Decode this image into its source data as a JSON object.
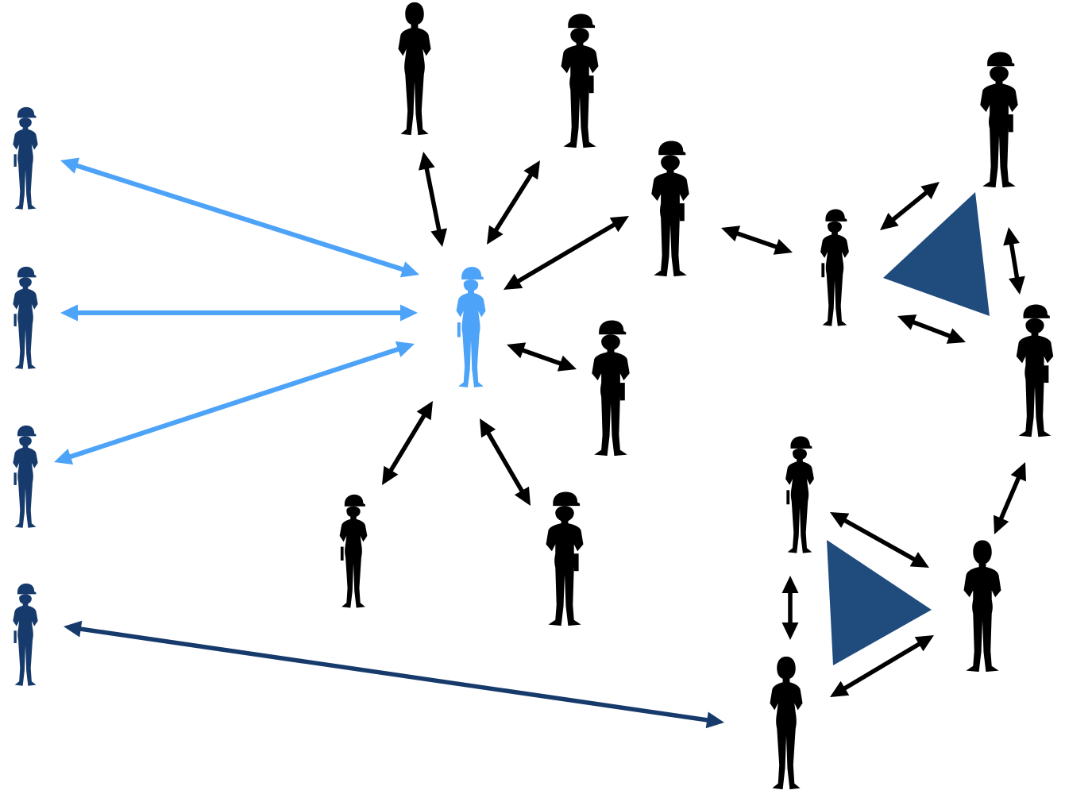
{
  "colors": {
    "background": "#ffffff",
    "hub": "#4da3f7",
    "team": "#163a6b",
    "ink": "#000000",
    "light_link": "#4da3f7",
    "dark_link": "#163a6b",
    "triangle": "#1f4b7d"
  },
  "people": [
    {
      "id": "left-1",
      "kind": "helmet-woman",
      "group": "team"
    },
    {
      "id": "left-2",
      "kind": "helmet-woman",
      "group": "team"
    },
    {
      "id": "left-3",
      "kind": "helmet-woman",
      "group": "team"
    },
    {
      "id": "left-4",
      "kind": "helmet-woman",
      "group": "team"
    },
    {
      "id": "hub",
      "kind": "helmet-woman",
      "group": "hub"
    },
    {
      "id": "top-woman",
      "kind": "woman",
      "group": "ink"
    },
    {
      "id": "top-worker",
      "kind": "helmet-man",
      "group": "ink"
    },
    {
      "id": "mid-worker",
      "kind": "helmet-man",
      "group": "ink"
    },
    {
      "id": "right-worker",
      "kind": "helmet-man",
      "group": "ink"
    },
    {
      "id": "bottom-left-woman",
      "kind": "helmet-woman",
      "group": "ink"
    },
    {
      "id": "bottom-worker",
      "kind": "helmet-man",
      "group": "ink"
    },
    {
      "id": "cluster-a-woman",
      "kind": "helmet-woman",
      "group": "ink"
    },
    {
      "id": "cluster-a-top",
      "kind": "helmet-man",
      "group": "ink"
    },
    {
      "id": "cluster-a-right",
      "kind": "helmet-man",
      "group": "ink"
    },
    {
      "id": "cluster-b-woman",
      "kind": "helmet-woman",
      "group": "ink"
    },
    {
      "id": "cluster-b-man",
      "kind": "man",
      "group": "ink"
    },
    {
      "id": "cluster-b-bottom",
      "kind": "woman",
      "group": "ink"
    }
  ],
  "links": [
    {
      "from": "hub",
      "to": "left-1",
      "style": "light"
    },
    {
      "from": "hub",
      "to": "left-2",
      "style": "light"
    },
    {
      "from": "hub",
      "to": "left-3",
      "style": "light"
    },
    {
      "from": "cluster-b-bottom",
      "to": "left-4",
      "style": "dark"
    },
    {
      "from": "hub",
      "to": "top-woman",
      "style": "ink"
    },
    {
      "from": "hub",
      "to": "top-worker",
      "style": "ink"
    },
    {
      "from": "hub",
      "to": "mid-worker",
      "style": "ink"
    },
    {
      "from": "hub",
      "to": "right-worker",
      "style": "ink"
    },
    {
      "from": "hub",
      "to": "bottom-left-woman",
      "style": "ink"
    },
    {
      "from": "hub",
      "to": "bottom-worker",
      "style": "ink"
    },
    {
      "from": "mid-worker",
      "to": "cluster-a-woman",
      "style": "ink"
    },
    {
      "from": "cluster-a-woman",
      "to": "cluster-a-top",
      "style": "ink"
    },
    {
      "from": "cluster-a-woman",
      "to": "cluster-a-right",
      "style": "ink"
    },
    {
      "from": "cluster-a-top",
      "to": "cluster-a-right",
      "style": "ink"
    },
    {
      "from": "cluster-a-right",
      "to": "cluster-b-man",
      "style": "ink"
    },
    {
      "from": "cluster-b-woman",
      "to": "cluster-b-man",
      "style": "ink"
    },
    {
      "from": "cluster-b-woman",
      "to": "cluster-b-bottom",
      "style": "ink"
    },
    {
      "from": "cluster-b-bottom",
      "to": "cluster-b-man",
      "style": "ink"
    }
  ],
  "groups": [
    {
      "id": "cluster-a",
      "members": [
        "cluster-a-woman",
        "cluster-a-top",
        "cluster-a-right"
      ]
    },
    {
      "id": "cluster-b",
      "members": [
        "cluster-b-woman",
        "cluster-b-man",
        "cluster-b-bottom"
      ]
    }
  ]
}
